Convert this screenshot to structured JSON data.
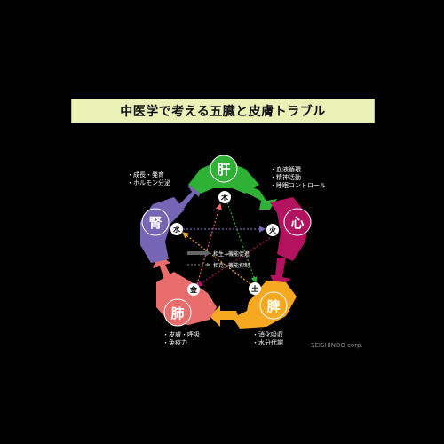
{
  "title": "中医学で考える五臓と皮膚トラブル",
  "organs": {
    "liver": {
      "organ": "肝",
      "element": "木",
      "color": "#2eb135"
    },
    "heart": {
      "organ": "心",
      "element": "火",
      "color": "#b3125e"
    },
    "spleen": {
      "organ": "脾",
      "element": "土",
      "color": "#f6a820"
    },
    "lung": {
      "organ": "肺",
      "element": "金",
      "color": "#ea6d6d"
    },
    "kidney": {
      "organ": "腎",
      "element": "水",
      "color": "#7565b5"
    }
  },
  "notes": {
    "kidney": [
      "・成長・発育",
      "・ホルモン分泌"
    ],
    "heart": [
      "・血液循環",
      "・精神活動",
      "・睡眠コントロール"
    ],
    "spleen": [
      "・消化吸収",
      "・水分代謝"
    ],
    "lung": [
      "・皮膚・呼吸",
      "・免疫力"
    ]
  },
  "legend": {
    "generate": "相生→機能促進",
    "control": "相克→機能抑制"
  },
  "credit": "SEISHINDO corp."
}
